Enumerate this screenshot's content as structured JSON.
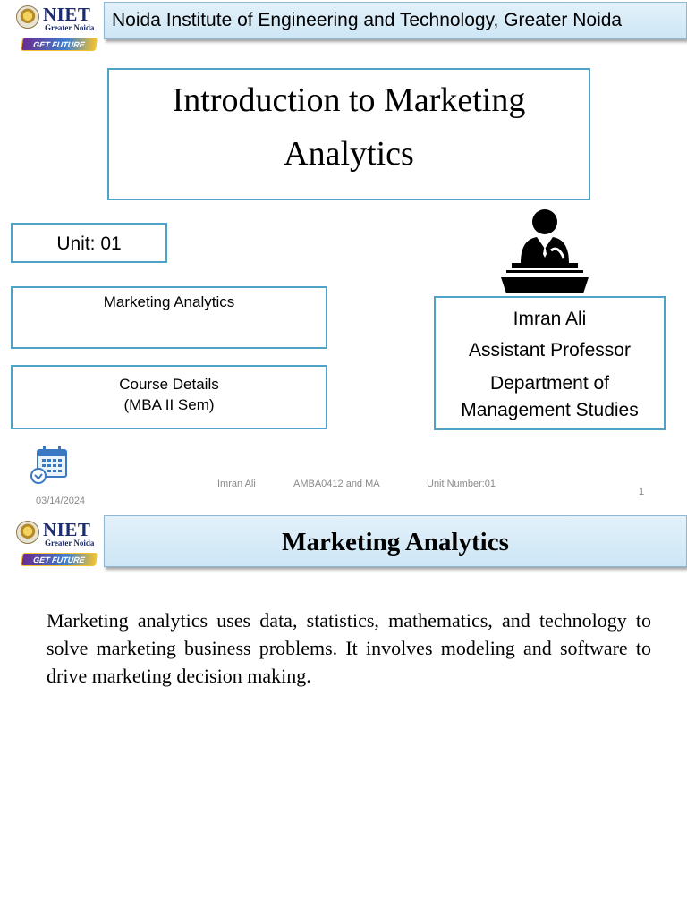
{
  "slides": [
    {
      "logo": {
        "brand": "NIET",
        "location": "Greater Noida",
        "tagline": "GET FUTURE READY"
      },
      "header": "Noida Institute of Engineering and Technology, Greater Noida",
      "title_line1": "Introduction to Marketing",
      "title_line2": "Analytics",
      "unit": "Unit: 01",
      "subject": "Marketing Analytics",
      "course_line1": "Course Details",
      "course_line2": "(MBA II Sem)",
      "author": {
        "name": "Imran Ali",
        "designation": "Assistant Professor",
        "department_line1": "Department of",
        "department_line2": "Management Studies"
      },
      "footer": {
        "date": "03/14/2024",
        "author": "Imran Ali",
        "course_code": "AMBA0412 and MA",
        "unit": "Unit Number:01",
        "page": "1"
      },
      "icons": [
        "speaker-at-podium-icon",
        "calendar-icon"
      ]
    },
    {
      "logo": {
        "brand": "NIET",
        "location": "Greater Noida",
        "tagline": "GET FUTURE READY"
      },
      "header": "Marketing Analytics",
      "body": "Marketing analytics uses data, statistics, mathematics, and technology to solve marketing business problems. It involves modeling and software to drive marketing decision making."
    }
  ],
  "colors": {
    "box_border": "#4fa3c7",
    "header_bg": "#cde6f5",
    "logo_navy": "#1d2d6b",
    "footer_gray": "#8a8a8a"
  }
}
